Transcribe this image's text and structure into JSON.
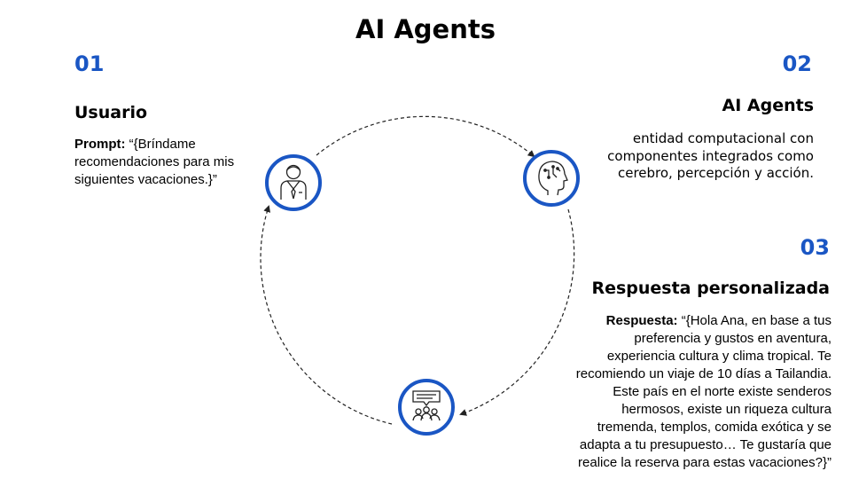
{
  "title": "AI Agents",
  "colors": {
    "accent": "#1a56c4",
    "ring": "#1a56c4",
    "arrow": "#222222"
  },
  "steps": [
    {
      "number": "01",
      "heading": "Usuario",
      "label": "Prompt:",
      "text": "“{Bríndame recomendaciones para mis siguientes vacaciones.}”",
      "icon": "user-icon"
    },
    {
      "number": "02",
      "heading": "AI Agents",
      "text": "entidad computacional con componentes integrados como cerebro, percepción y acción.",
      "icon": "brain-head-icon"
    },
    {
      "number": "03",
      "heading": "Respuesta personalizada",
      "label": "Respuesta:",
      "text": "“{Hola Ana, en base a tus preferencia y gustos en aventura, experiencia cultura y clima tropical. Te recomiendo un viaje de 10 días a Tailandia. Este país en el norte existe senderos hermosos, existe un riqueza cultura tremenda, templos, comida exótica y se adapta a tu presupuesto… Te gustaría que realice la reserva para estas vacaciones?}”",
      "icon": "chat-group-icon"
    }
  ]
}
